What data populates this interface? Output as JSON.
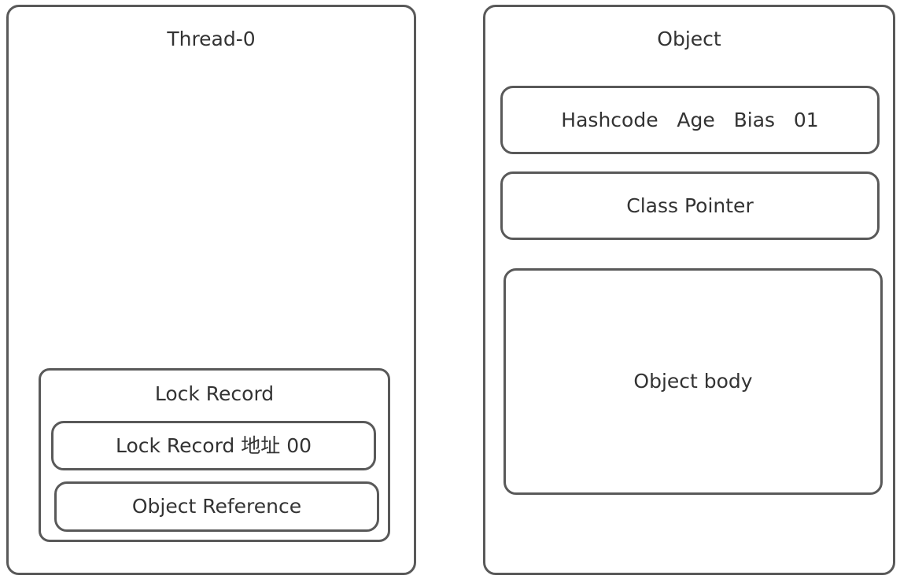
{
  "thread": {
    "title": "Thread-0",
    "lock_record": {
      "title": "Lock Record",
      "address_field": "Lock Record 地址 00",
      "object_reference": "Object Reference"
    }
  },
  "object": {
    "title": "Object",
    "mark_word": "Hashcode   Age   Bias   01",
    "class_pointer": "Class Pointer",
    "body": "Object body"
  }
}
